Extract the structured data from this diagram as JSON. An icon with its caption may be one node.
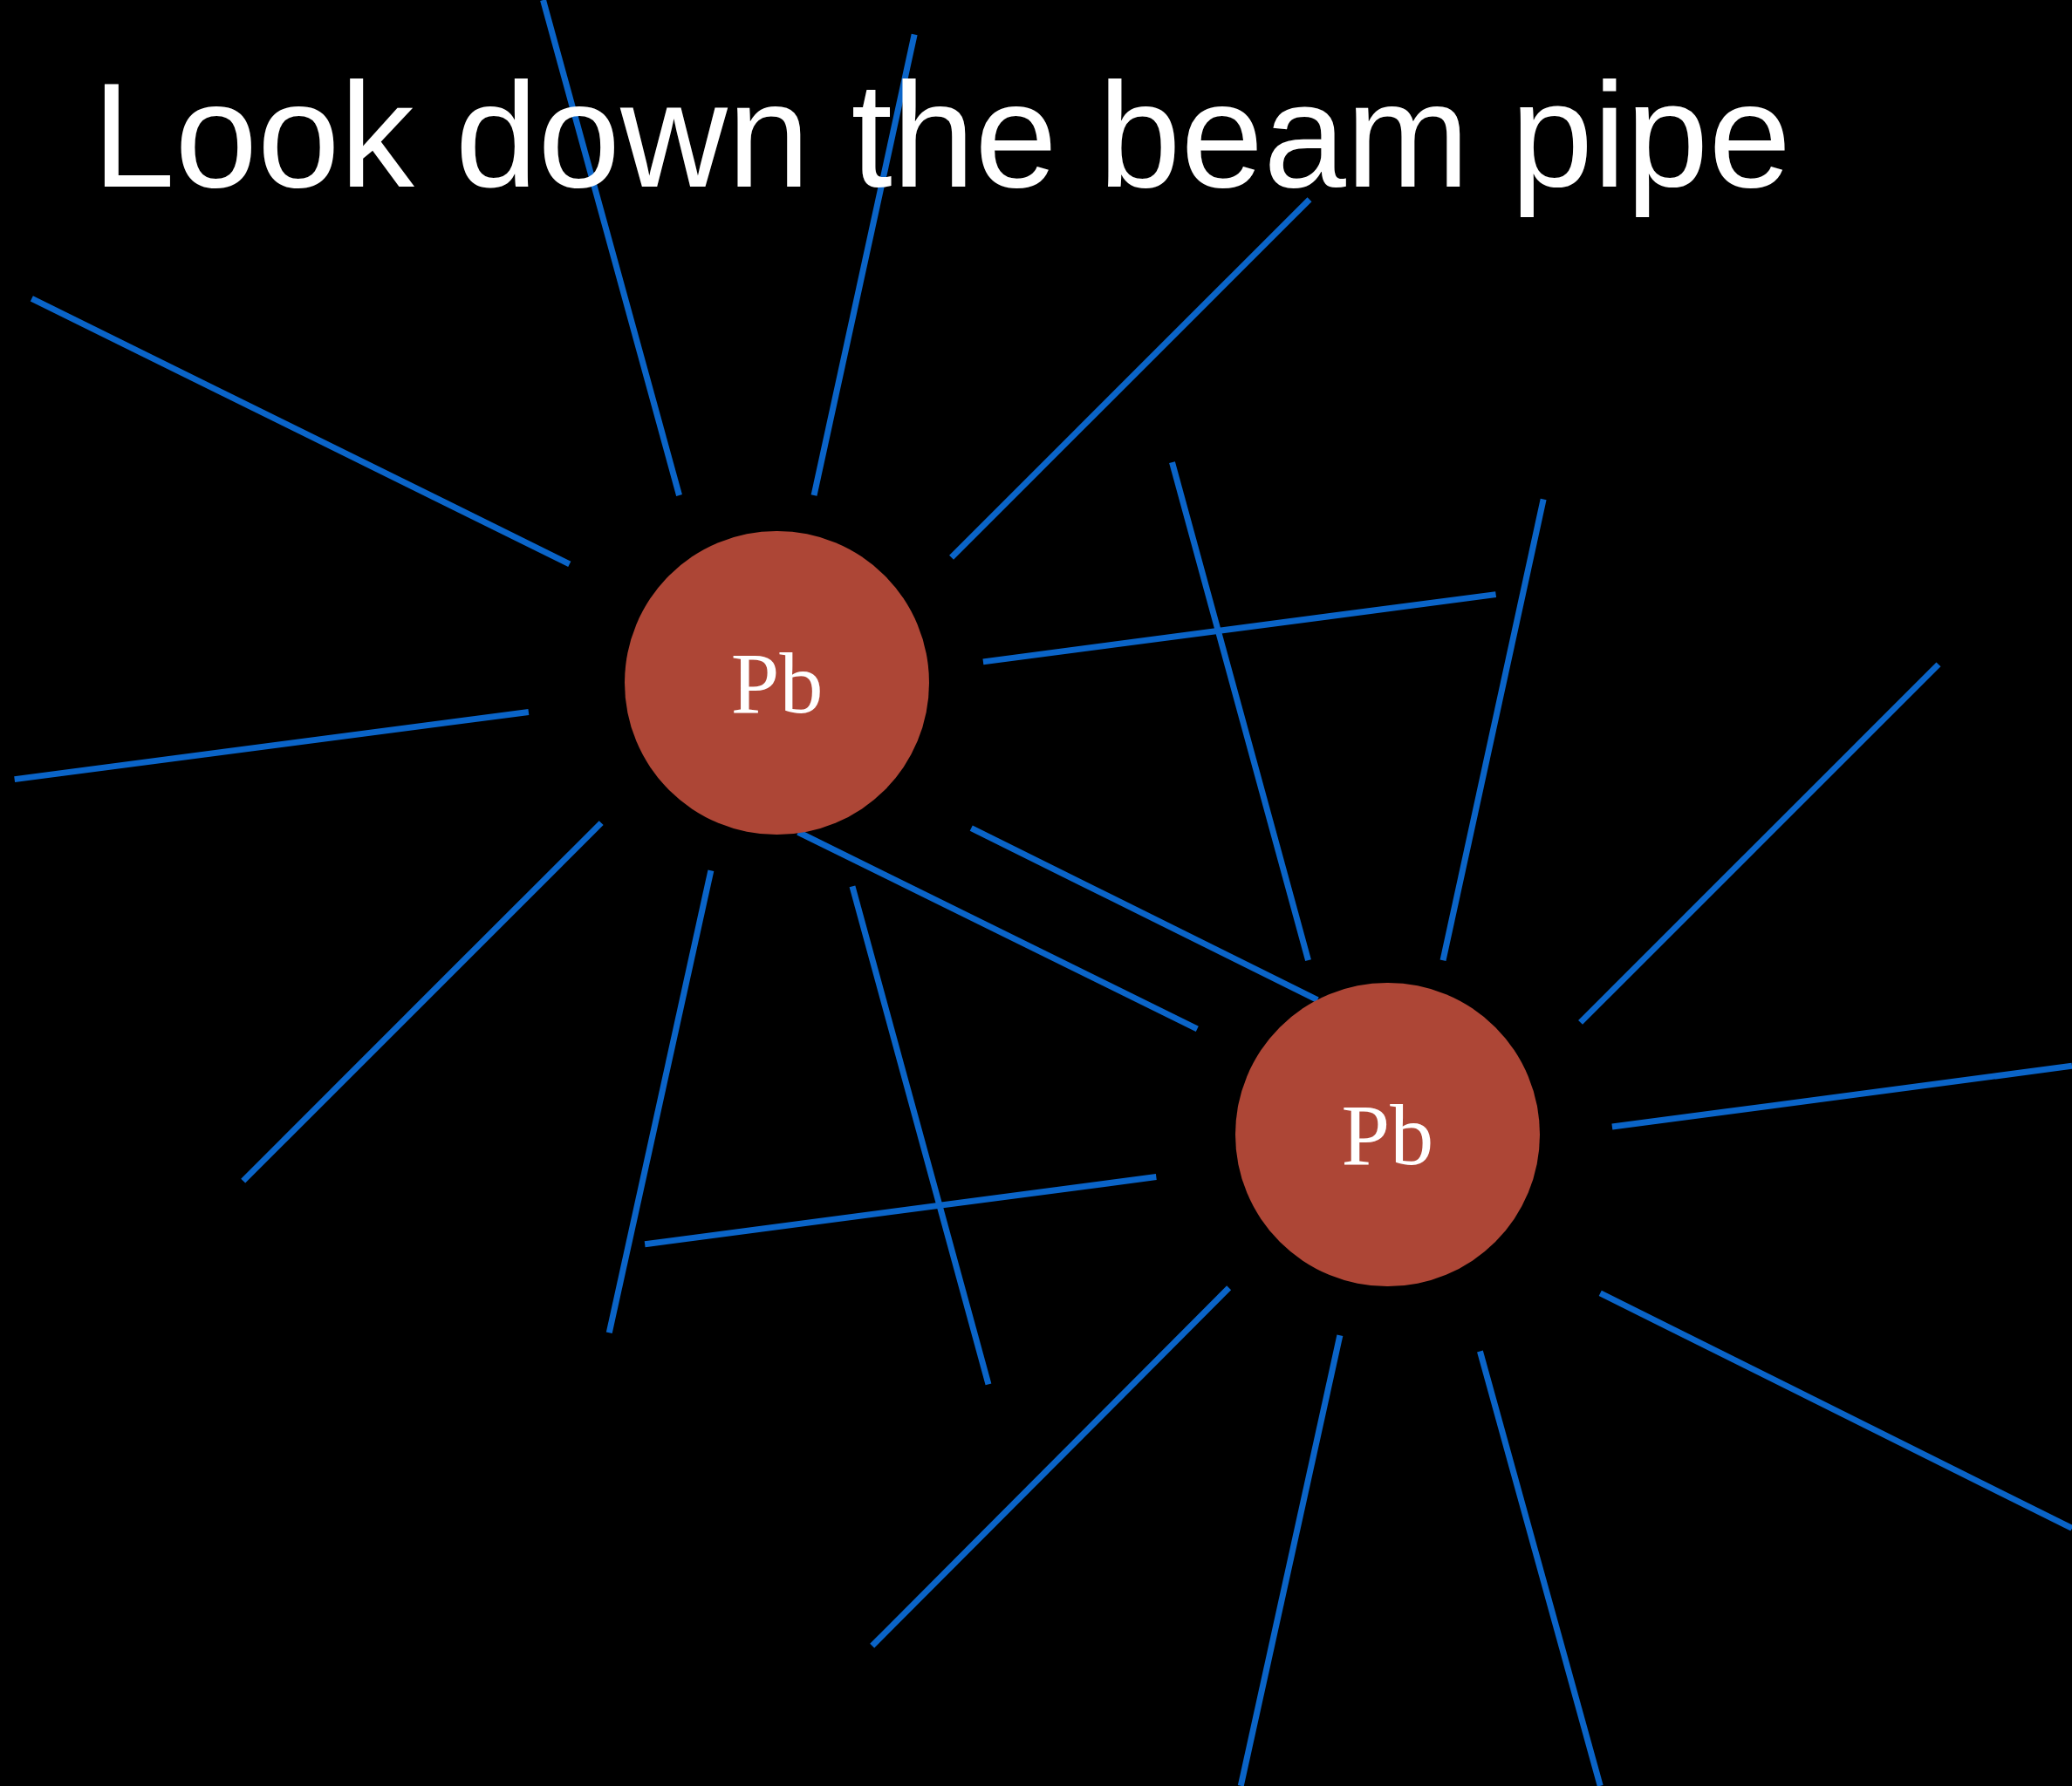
{
  "diagram": {
    "title": "Look down the beam pipe",
    "nodes": [
      {
        "text": [
          "Pb"
        ]
      },
      {
        "text": [
          "Pb"
        ]
      }
    ]
  }
}
